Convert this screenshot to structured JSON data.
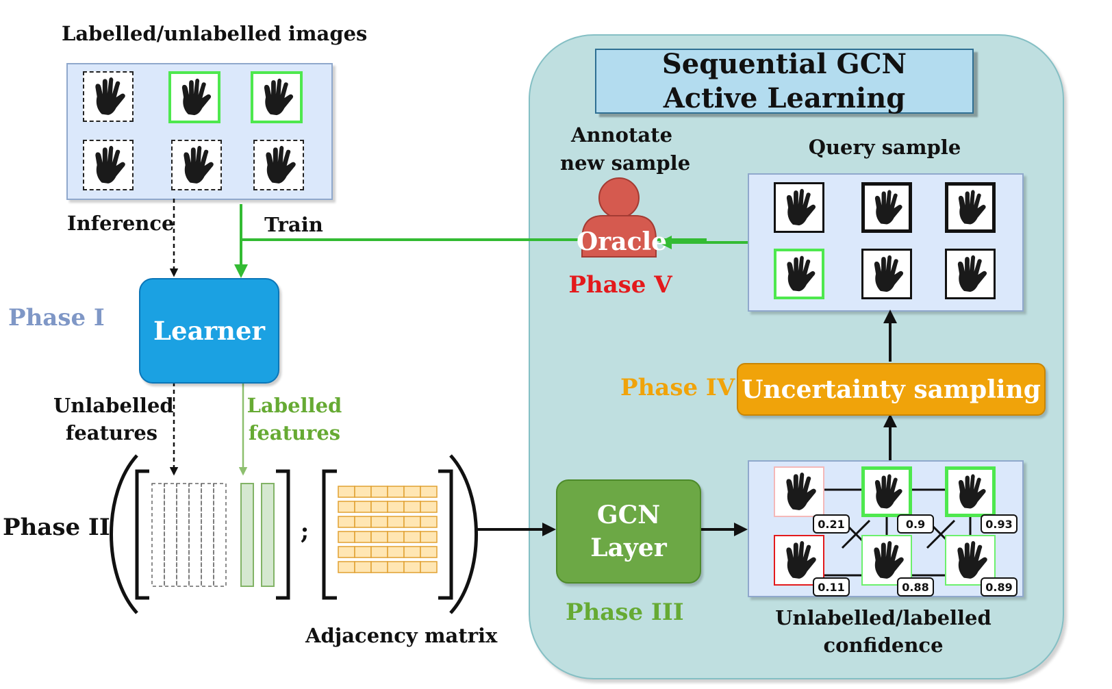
{
  "panel_title": [
    "Sequential GCN",
    "Active Learning"
  ],
  "labels": {
    "images_title": "Labelled/unlabelled images",
    "inference": "Inference",
    "train": "Train",
    "learner": "Learner",
    "unlabelled_features": [
      "Unlabelled",
      "features"
    ],
    "labelled_features": [
      "Labelled",
      "features"
    ],
    "adjacency_matrix": "Adjacency matrix",
    "semicolon": ";",
    "gcn_layer": [
      "GCN",
      "Layer"
    ],
    "uncertainty_sampling": "Uncertainty sampling",
    "query_sample": "Query sample",
    "annotate": [
      "Annotate",
      "new sample"
    ],
    "oracle": "Oracle",
    "confidence_caption": [
      "Unlabelled/labelled",
      "confidence"
    ]
  },
  "phases": {
    "phase1": "Phase I",
    "phase2": "Phase II",
    "phase3": "Phase III",
    "phase4": "Phase IV",
    "phase5": "Phase V"
  },
  "confidence_values": [
    "0.21",
    "0.9",
    "0.93",
    "0.11",
    "0.88",
    "0.89"
  ],
  "colors": {
    "phase1": "#7f97c6",
    "phase2": "#111111",
    "phase3": "#66aa33",
    "phase4": "#f0a30a",
    "phase5": "#e31a1c",
    "learner_fill": "#1ba1e2",
    "gcn_fill": "#6ca845",
    "uncertainty_fill": "#f0a30a",
    "oracle_fill": "#d55a4f",
    "train_arrow": "#33bb33",
    "labelled_features_text": "#66aa33"
  }
}
